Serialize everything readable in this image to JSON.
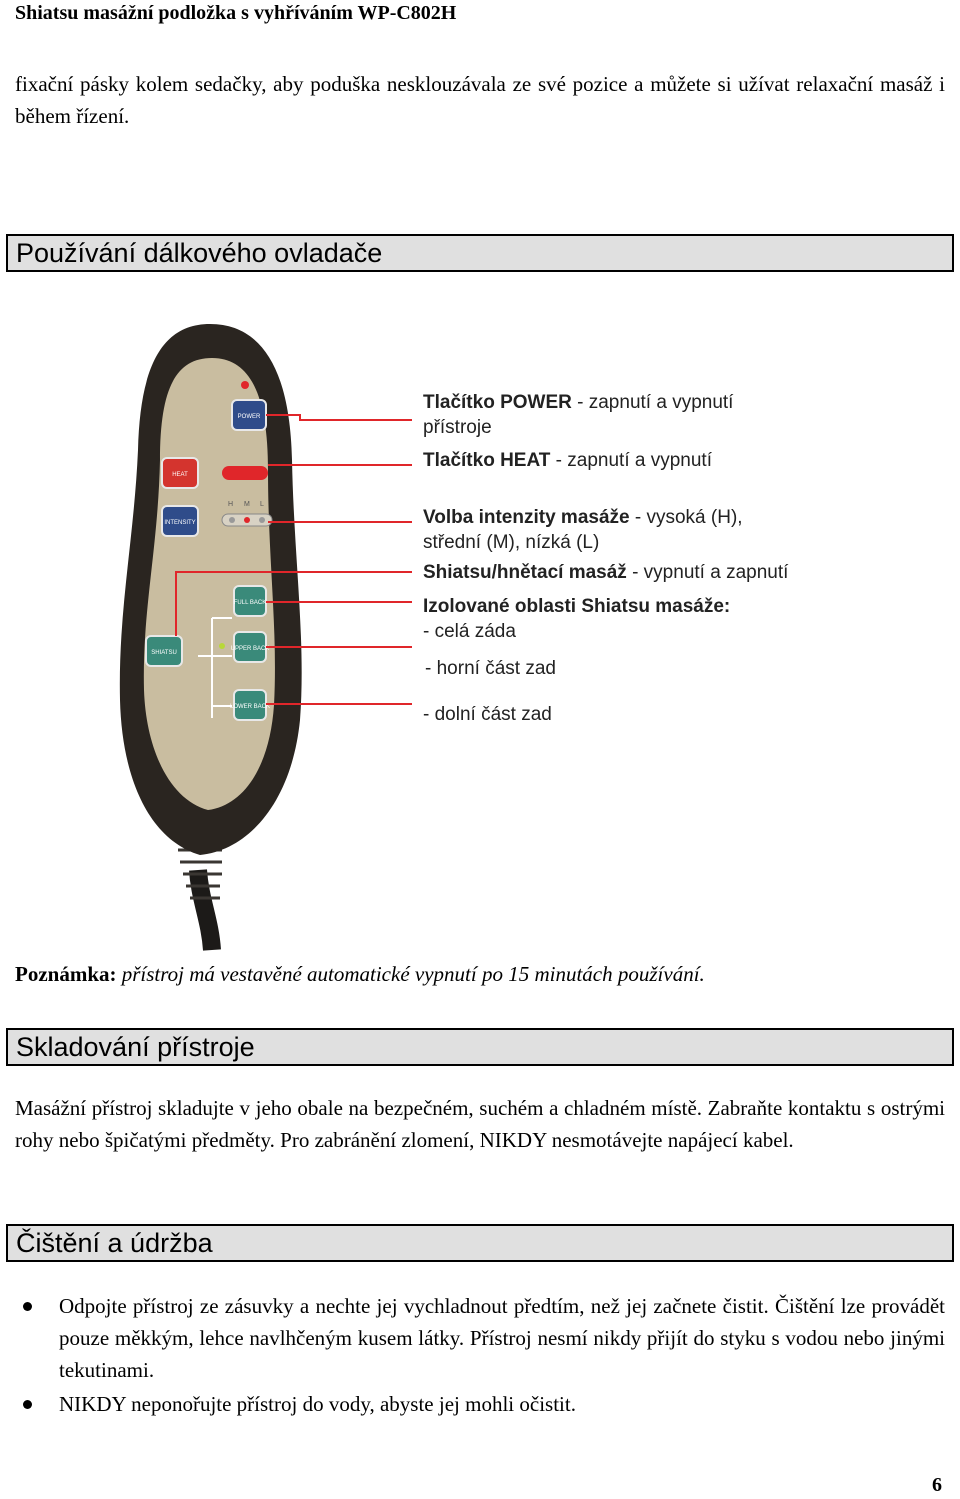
{
  "header": {
    "title": "Shiatsu masážní podložka s vyhříváním WP-C802H"
  },
  "intro_text": "fixační pásky kolem sedačky, aby poduška nesklouzávala ze své pozice a můžete si užívat relaxační masáž i během řízení.",
  "section_remote": {
    "title": "Používání dálkového ovladače"
  },
  "remote": {
    "buttons": {
      "power": "POWER",
      "heat": "HEAT",
      "shiatsu": "SHIATSU",
      "full_back": "FULL BACK",
      "upper_back": "UPPER BACK",
      "lower_back": "LOWER BACK",
      "intensity": "INTENSITY"
    },
    "indicators": {
      "h": "H",
      "m": "M",
      "l": "L"
    },
    "labels": {
      "power_bold": "Tlačítko POWER",
      "power_rest": " - zapnutí a vypnutí",
      "power_line2": "přístroje",
      "heat_bold": "Tlačítko HEAT",
      "heat_rest": " - zapnutí a vypnutí",
      "intensity_bold": "Volba intenzity masáže",
      "intensity_rest": " - vysoká (H),",
      "intensity_line2": "střední (M), nízká (L)",
      "shiatsu_bold": "Shiatsu/hnětací masáž",
      "shiatsu_rest": " - vypnutí a zapnutí",
      "zones_bold": "Izolované oblasti Shiatsu masáže:",
      "zone_full": "- celá záda",
      "zone_upper": "- horní část zad",
      "zone_lower": "- dolní část zad"
    },
    "colors": {
      "leader_red": "#e0262a",
      "body": "#2a2520",
      "panel": "#c9bda0"
    }
  },
  "note": {
    "label": "Poznámka:",
    "text": " přístroj má vestavěné automatické vypnutí po 15 minutách používání."
  },
  "section_storage": {
    "title": "Skladování přístroje",
    "text": "Masážní přístroj skladujte v jeho obale na bezpečném, suchém a chladném místě. Zabraňte kontaktu s ostrými rohy nebo špičatými předměty. Pro zabránění zlomení, NIKDY nesmotávejte napájecí kabel."
  },
  "section_cleaning": {
    "title": "Čištění a údržba",
    "bullets": [
      "Odpojte přístroj ze zásuvky a nechte jej vychladnout předtím, než jej začnete čistit. Čištění lze provádět pouze měkkým, lehce navlhčeným kusem látky. Přístroj nesmí nikdy přijít do styku s vodou nebo jinými tekutinami.",
      "NIKDY neponořujte přístroj do vody, abyste jej mohli očistit."
    ]
  },
  "page_number": "6"
}
